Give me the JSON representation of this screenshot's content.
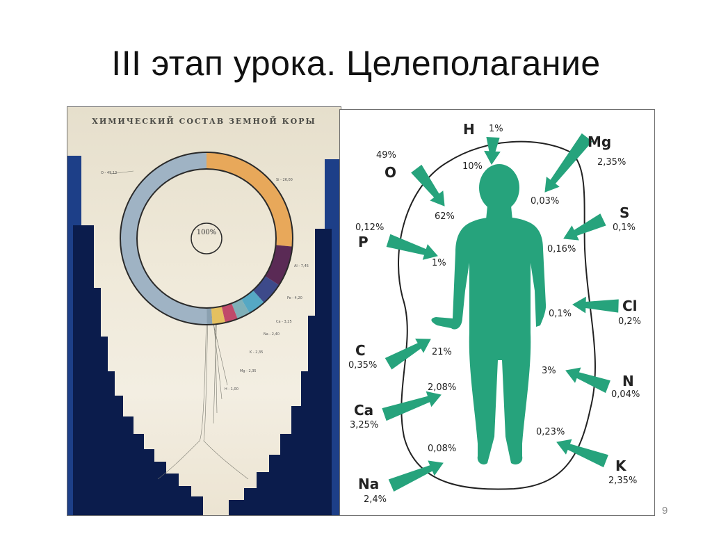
{
  "slide": {
    "title": "III этап урока. Целеполагание",
    "page_number": "9"
  },
  "left_photo": {
    "poster_title": "ХИМИЧЕСКИЙ СОСТАВ ЗЕМНОЙ КОРЫ",
    "center_label": "100%",
    "segments": [
      {
        "label": "O - 49,13",
        "value": 49.13,
        "color": "#9fb3c4"
      },
      {
        "label": "Si - 26,00",
        "value": 26.0,
        "color": "#e8a85a"
      },
      {
        "label": "Al - 7,45",
        "value": 7.45,
        "color": "#5a2a55"
      },
      {
        "label": "Fe - 4,20",
        "value": 4.2,
        "color": "#3d4a8a"
      },
      {
        "label": "Ca - 3,25",
        "value": 3.25,
        "color": "#55a8c4"
      },
      {
        "label": "Na - 2,40",
        "value": 2.4,
        "color": "#7fb0b8"
      },
      {
        "label": "K - 2,35",
        "value": 2.35,
        "color": "#c04a6a"
      },
      {
        "label": "Mg - 2,35",
        "value": 2.35,
        "color": "#e4c060"
      },
      {
        "label": "H - 1,00",
        "value": 1.0,
        "color": "#8aa0b0"
      }
    ],
    "colors": {
      "bar_dark": "#0a1a4a",
      "bar_light": "#20468c",
      "ring_line": "#2a2a2a"
    }
  },
  "right_figure": {
    "body_color": "#26a37c",
    "arrow_color": "#26a37c",
    "elements": [
      {
        "symbol": "H",
        "earth_pct": "1%",
        "body_pct": "10%"
      },
      {
        "symbol": "O",
        "earth_pct": "49%",
        "body_pct": "62%"
      },
      {
        "symbol": "Mg",
        "earth_pct": "2,35%",
        "body_pct": "0,03%"
      },
      {
        "symbol": "S",
        "earth_pct": "0,1%",
        "body_pct": "0,16%"
      },
      {
        "symbol": "P",
        "earth_pct": "0,12%",
        "body_pct": "1%"
      },
      {
        "symbol": "Cl",
        "earth_pct": "0,2%",
        "body_pct": "0,1%"
      },
      {
        "symbol": "C",
        "earth_pct": "0,35%",
        "body_pct": "21%"
      },
      {
        "symbol": "N",
        "earth_pct": "0,04%",
        "body_pct": "3%"
      },
      {
        "symbol": "Ca",
        "earth_pct": "3,25%",
        "body_pct": "2,08%"
      },
      {
        "symbol": "K",
        "earth_pct": "2,35%",
        "body_pct": "0,23%"
      },
      {
        "symbol": "Na",
        "earth_pct": "2,4%",
        "body_pct": "0,08%"
      }
    ]
  }
}
